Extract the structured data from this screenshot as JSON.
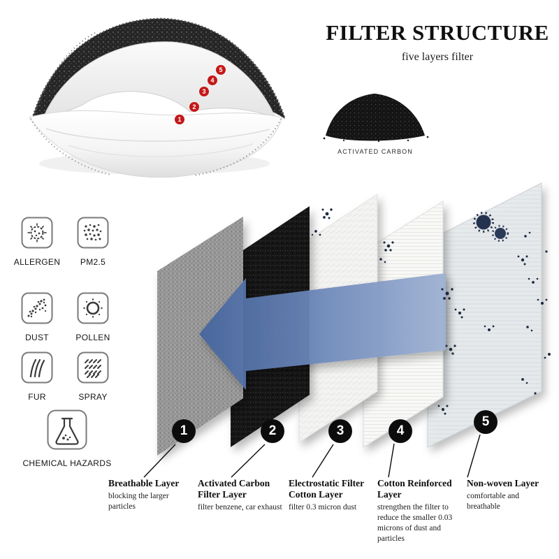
{
  "title": "FILTER STRUCTURE",
  "subtitle": "five layers filter",
  "carbon": {
    "label": "ACTIVATED CARBON"
  },
  "hazards": [
    {
      "label": "ALLERGEN"
    },
    {
      "label": "PM2.5"
    },
    {
      "label": "DUST"
    },
    {
      "label": "POLLEN"
    },
    {
      "label": "FUR"
    },
    {
      "label": "SPRAY"
    },
    {
      "label": "CHEMICAL HAZARDS"
    }
  ],
  "layers": [
    {
      "number": "1",
      "name": "Breathable Layer",
      "description": "blocking the larger particles"
    },
    {
      "number": "2",
      "name": "Activated Carbon Filter Layer",
      "description": "filter benzene, car exhaust"
    },
    {
      "number": "3",
      "name": "Electrostatic Filter Cotton Layer",
      "description": "filter 0.3 micron dust"
    },
    {
      "number": "4",
      "name": "Cotton Reinforced Layer",
      "description": "strengthen the filter to reduce the smaller 0.03 microns of dust and particles"
    },
    {
      "number": "5",
      "name": "Non-woven Layer",
      "description": "comfortable and breathable"
    }
  ],
  "colors": {
    "arrow_blue": "#46659e",
    "marker_red": "#c31919",
    "layer_black": "#161616",
    "layer_gray": "#9a9a9a",
    "badge_black": "#0c0c0c"
  }
}
